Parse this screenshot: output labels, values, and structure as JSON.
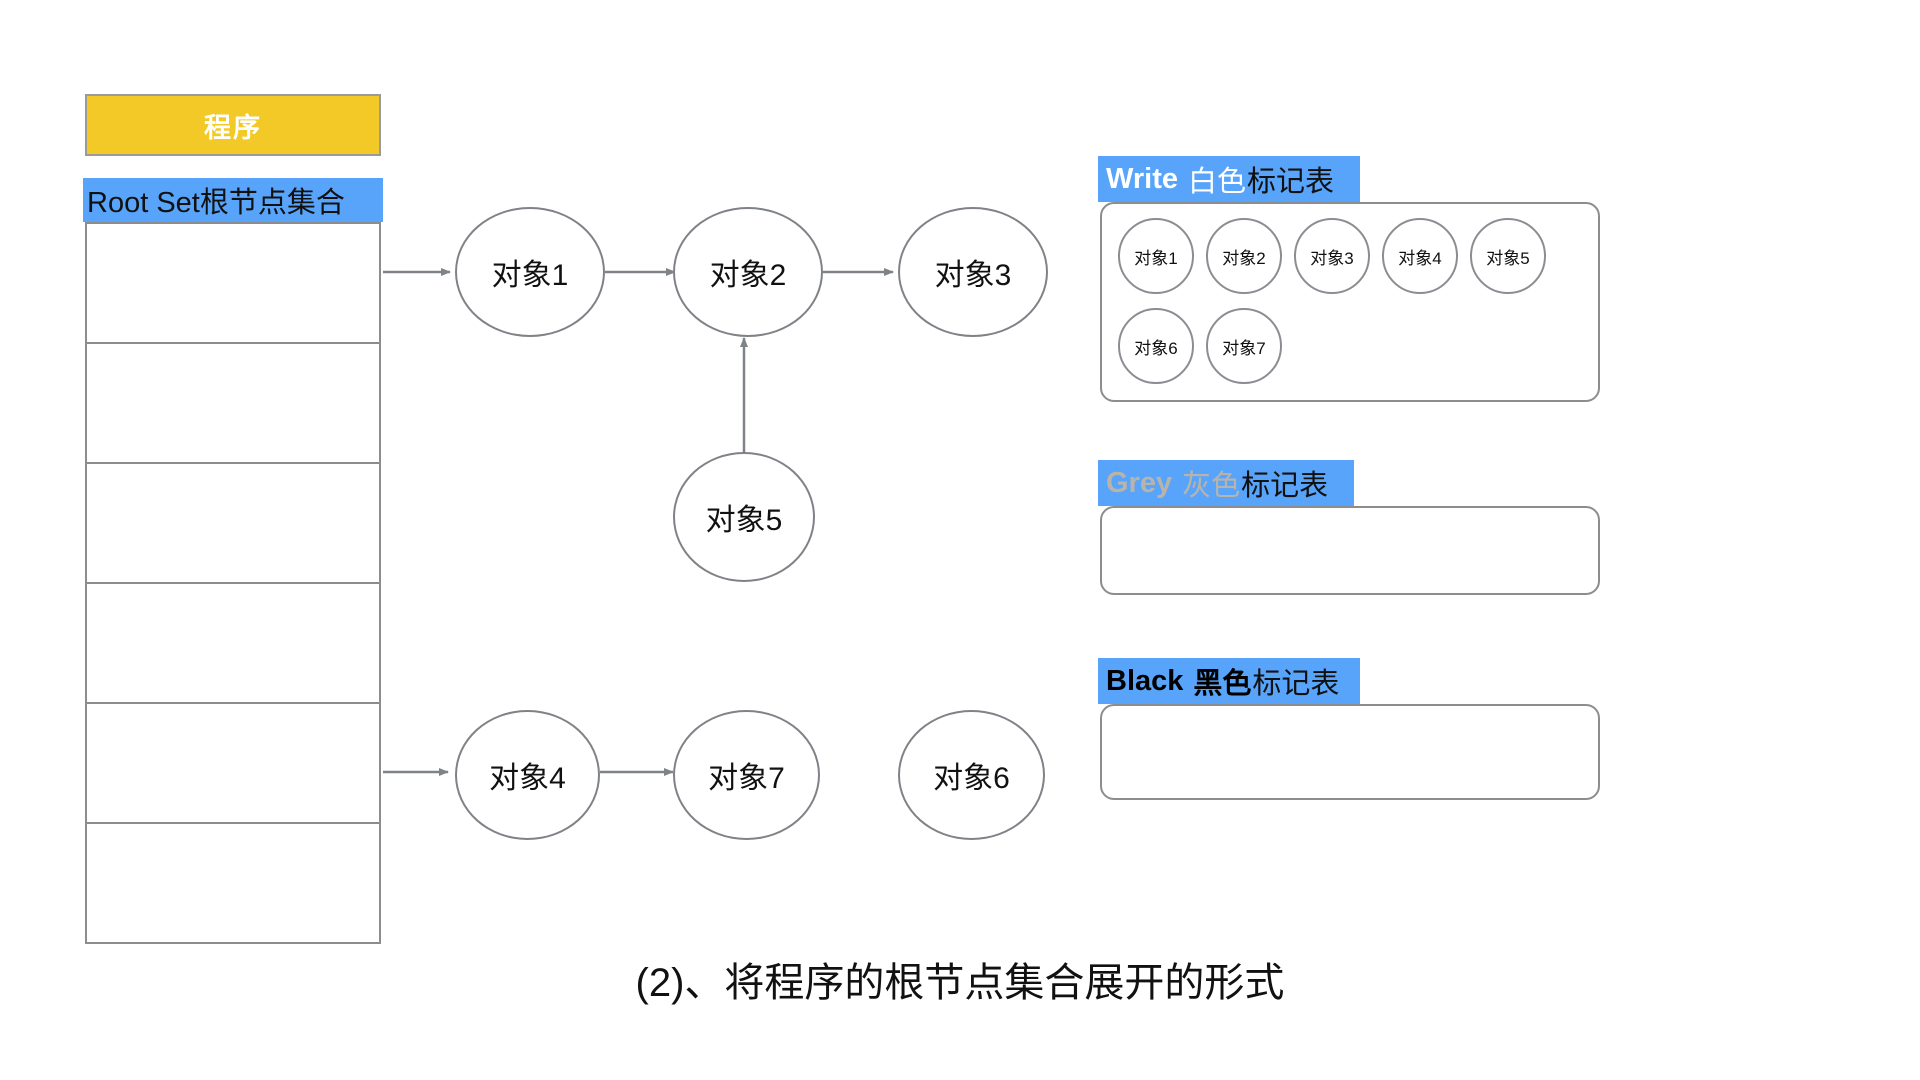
{
  "program": {
    "header_label": "程序",
    "root_set_label": "Root Set根节点集合",
    "header_color": "#f2c926",
    "root_set_color": "#57a4fa",
    "row_count": 6
  },
  "graph": {
    "nodes": [
      {
        "id": "obj1",
        "label": "对象1"
      },
      {
        "id": "obj2",
        "label": "对象2"
      },
      {
        "id": "obj3",
        "label": "对象3"
      },
      {
        "id": "obj5",
        "label": "对象5"
      },
      {
        "id": "obj4",
        "label": "对象4"
      },
      {
        "id": "obj7",
        "label": "对象7"
      },
      {
        "id": "obj6",
        "label": "对象6"
      }
    ],
    "edges": [
      {
        "from": "root-set",
        "to": "obj1"
      },
      {
        "from": "obj1",
        "to": "obj2"
      },
      {
        "from": "obj2",
        "to": "obj3"
      },
      {
        "from": "obj5",
        "to": "obj2"
      },
      {
        "from": "root-set",
        "to": "obj4"
      },
      {
        "from": "obj4",
        "to": "obj7"
      }
    ]
  },
  "mark_tables": [
    {
      "id": "white",
      "name_en": "Write",
      "name_cn_colored": "白色",
      "name_cn_rest": "标记表",
      "text_color": "#ffffff",
      "items": [
        "对象1",
        "对象2",
        "对象3",
        "对象4",
        "对象5",
        "对象6",
        "对象7"
      ]
    },
    {
      "id": "grey",
      "name_en": "Grey",
      "name_cn_colored": "灰色",
      "name_cn_rest": "标记表",
      "text_color": "#b9b4ab",
      "items": []
    },
    {
      "id": "black",
      "name_en": "Black",
      "name_cn_colored": "黑色",
      "name_cn_rest": "标记表",
      "text_color": "#000000",
      "items": []
    }
  ],
  "caption": "(2)、将程序的根节点集合展开的形式",
  "colors": {
    "accent_blue": "#57a4fa",
    "accent_yellow": "#f2c926",
    "stroke_grey": "#8d8d8d",
    "node_stroke": "#7f8287"
  }
}
